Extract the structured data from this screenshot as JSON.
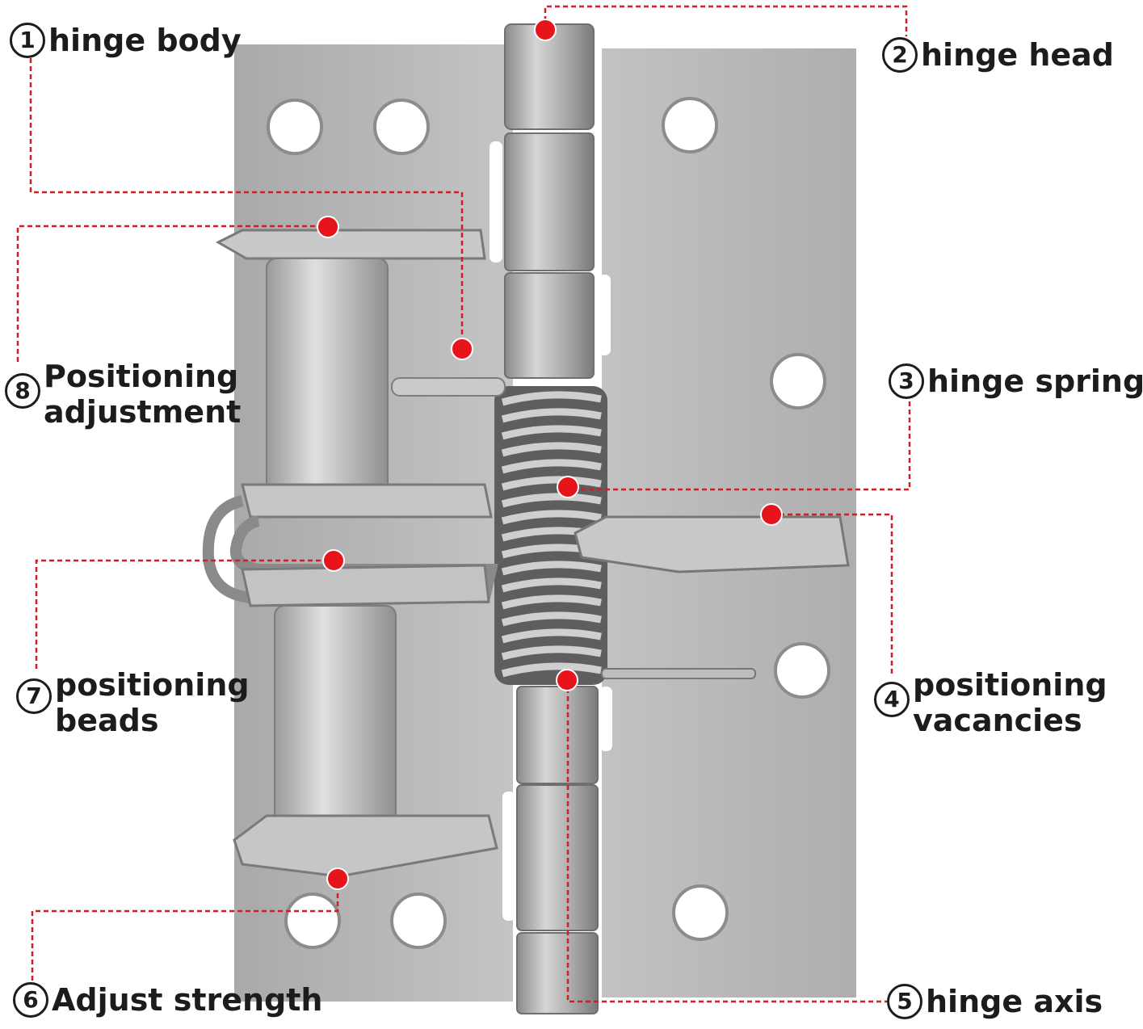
{
  "labels": [
    {
      "num": "1",
      "lines": [
        "hinge body"
      ]
    },
    {
      "num": "2",
      "lines": [
        "hinge head"
      ]
    },
    {
      "num": "3",
      "lines": [
        "hinge spring"
      ]
    },
    {
      "num": "4",
      "lines": [
        "positioning",
        "vacancies"
      ]
    },
    {
      "num": "5",
      "lines": [
        "hinge axis"
      ]
    },
    {
      "num": "6",
      "lines": [
        "Adjust strength"
      ]
    },
    {
      "num": "7",
      "lines": [
        "positioning",
        "beads"
      ]
    },
    {
      "num": "8",
      "lines": [
        "Positioning",
        "adjustment"
      ]
    }
  ],
  "colors": {
    "leader": "#d01e24",
    "marker": "#e8141c",
    "metal": "#b9b9b9",
    "text": "#1c1c1c"
  }
}
